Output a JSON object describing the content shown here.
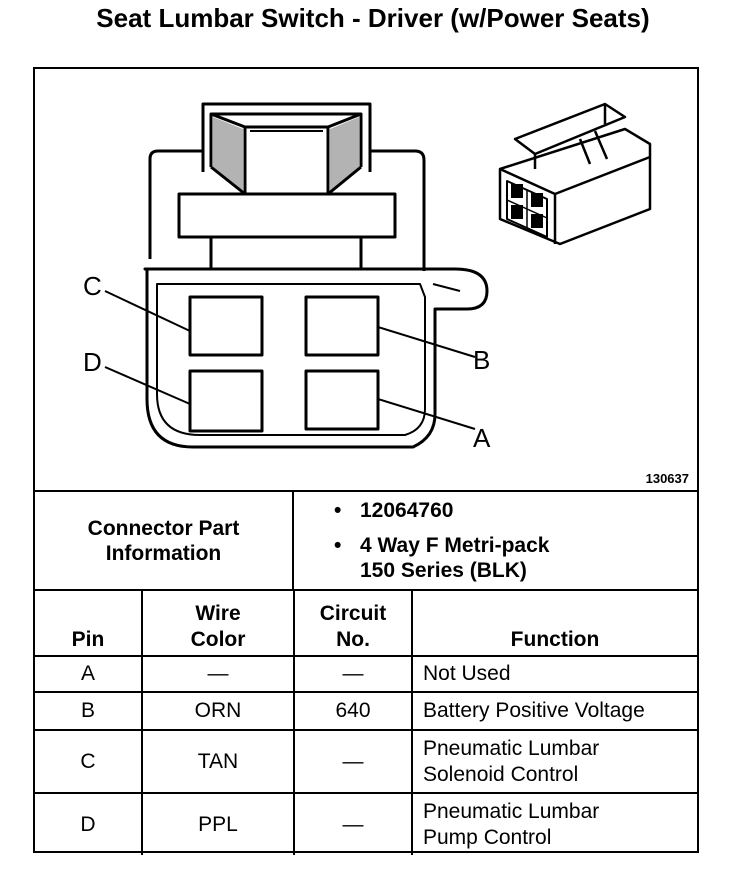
{
  "title": "Seat Lumbar Switch - Driver (w/Power Seats)",
  "figure_id": "130637",
  "connector_pins": [
    "A",
    "B",
    "C",
    "D"
  ],
  "connector_info": {
    "label": "Connector Part\nInformation",
    "items": [
      "12064760",
      "4 Way F Metri-pack\n150 Series (BLK)"
    ]
  },
  "pin_table": {
    "headers": [
      "Pin",
      "Wire\nColor",
      "Circuit\nNo.",
      "Function"
    ],
    "rows": [
      {
        "pin": "A",
        "wire_color": "—",
        "circuit": "—",
        "function": "Not Used"
      },
      {
        "pin": "B",
        "wire_color": "ORN",
        "circuit": "640",
        "function": "Battery Positive Voltage"
      },
      {
        "pin": "C",
        "wire_color": "TAN",
        "circuit": "—",
        "function": "Pneumatic Lumbar\nSolenoid Control"
      },
      {
        "pin": "D",
        "wire_color": "PPL",
        "circuit": "—",
        "function": "Pneumatic Lumbar\nPump Control"
      }
    ]
  }
}
